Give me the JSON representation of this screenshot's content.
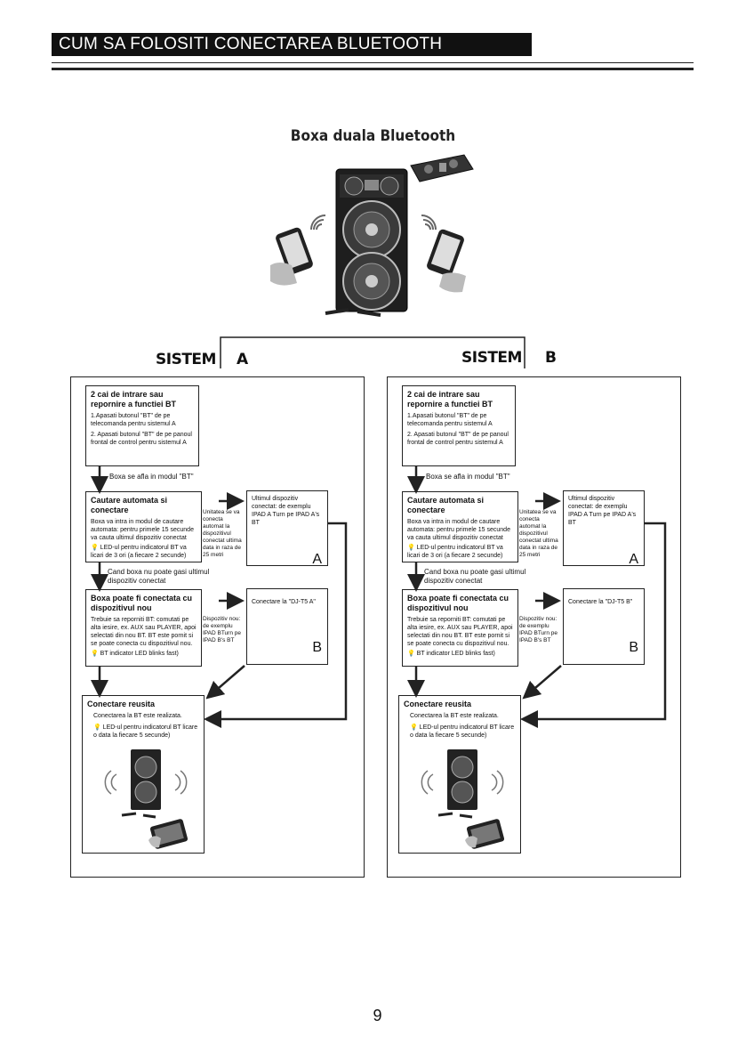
{
  "header": {
    "title": "CUM SA FOLOSITI CONECTAREA BLUETOOTH"
  },
  "figure": {
    "title": "Boxa duala Bluetooth"
  },
  "sistem_word": "SISTEM",
  "systems": [
    {
      "letter": "A",
      "step1": {
        "title": "2 cai de intrare sau repornire a functiei BT",
        "line1": "1.Apasati butonul \"BT\" de pe telecomanda pentru sistemul A",
        "line2": "2. Apasati butonul \"BT\" de pe panoul frontal de control pentru sistemul A"
      },
      "arrow1_label": "Boxa se afla in modul \"BT\"",
      "step2": {
        "title": "Cautare automata si conectare",
        "text": "Boxa va intra in modul de cautare automata: pentru primele 15 secunde va cauta ultimul dispozitiv conectat",
        "led": "LED-ul pentru indicatorul BT va licari de 3 ori (a fiecare 2 secunde)"
      },
      "side_note1": "Unitatea se va conecta automat la dispozitivul conectat ultima data in raza de 25 metri",
      "box_a": {
        "text": "Ultimul dispozitiv conectat: de exemplu IPAD A Turn pe IPAD A's BT",
        "letter": "A"
      },
      "arrow2_label": "Cand boxa nu poate gasi ultimul dispozitiv conectat",
      "step3": {
        "title": "Boxa poate fi conectata cu dispozitivul nou",
        "text": "Trebuie sa reporniti BT: comutati pe alta iesire, ex. AUX sau PLAYER, apoi selectati din nou BT. BT este pornit si se poate conecta cu dispozitivul nou.",
        "led": "BT indicator LED blinks fast)"
      },
      "side_note2": "Dispozitiv nou: de exemplu IPAD BTurn pe IPAD B's BT",
      "box_b": {
        "text": "Conectare la \"DJ-T5 A\"",
        "letter": "B"
      },
      "step4": {
        "title": "Conectare reusita",
        "text": "Conectarea la BT este realizata.",
        "led": "LED-ul pentru indicatorul BT licare o data la fiecare 5 secunde)"
      }
    },
    {
      "letter": "B",
      "step1": {
        "title": "2 cai de intrare sau repornire a functiei BT",
        "line1": "1.Apasati butonul \"BT\" de pe telecomanda pentru sistemul A",
        "line2": "2. Apasati butonul \"BT\" de pe panoul frontal de control pentru sistemul A"
      },
      "arrow1_label": "Boxa se afla in modul \"BT\"",
      "step2": {
        "title": "Cautare automata si conectare",
        "text": "Boxa va intra in modul de cautare automata: pentru primele 15 secunde va cauta ultimul dispozitiv conectat",
        "led": "LED-ul pentru indicatorul BT va licari de 3 ori (a fiecare 2 secunde)"
      },
      "side_note1": "Unitatea se va conecta automat la dispozitivul conectat ultima data in raza de 25 metri",
      "box_a": {
        "text": "Ultimul dispozitiv conectat: de exemplu IPAD A Turn pe IPAD A's BT",
        "letter": "A"
      },
      "arrow2_label": "Cand boxa nu poate gasi ultimul dispozitiv conectat",
      "step3": {
        "title": "Boxa poate fi conectata cu dispozitivul nou",
        "text": "Trebuie sa reporniti BT: comutati pe alta iesire, ex. AUX sau PLAYER, apoi selectati din nou BT. BT este pornit si se poate conecta cu dispozitivul nou.",
        "led": "BT indicator LED blinks fast)"
      },
      "side_note2": "Dispozitiv nou: de exemplu IPAD BTurn pe IPAD B's BT",
      "box_b": {
        "text": "Conectare la \"DJ-T5 B\"",
        "letter": "B"
      },
      "step4": {
        "title": "Conectare reusita",
        "text": "Conectarea la BT este realizata.",
        "led": "LED-ul pentru indicatorul BT licare o data la fiecare 5 secunde)"
      }
    }
  ],
  "page_number": "9"
}
